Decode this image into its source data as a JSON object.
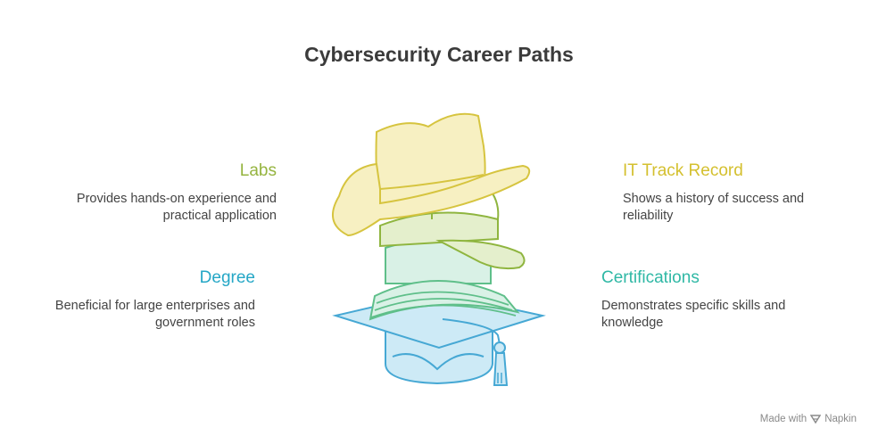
{
  "title": "Cybersecurity Career Paths",
  "colors": {
    "labs": "#95b43f",
    "degree": "#25a7c6",
    "it": "#d4c02f",
    "certs": "#2fb8a5"
  },
  "items": {
    "labs": {
      "heading": "Labs",
      "description_line1": "Provides hands-on experience and",
      "description_line2": "practical application"
    },
    "degree": {
      "heading": "Degree",
      "description_line1": "Beneficial for large enterprises and",
      "description_line2": "government roles"
    },
    "it": {
      "heading": "IT Track Record",
      "description_line1": "Shows a history of success and",
      "description_line2": "reliability"
    },
    "certs": {
      "heading": "Certifications",
      "description_line1": "Demonstrates specific skills and",
      "description_line2": "knowledge"
    }
  },
  "icons": {
    "center": "stacked-hats-icon",
    "footer": "napkin-logo-icon"
  },
  "footer": {
    "made_with": "Made with",
    "brand": "Napkin"
  }
}
